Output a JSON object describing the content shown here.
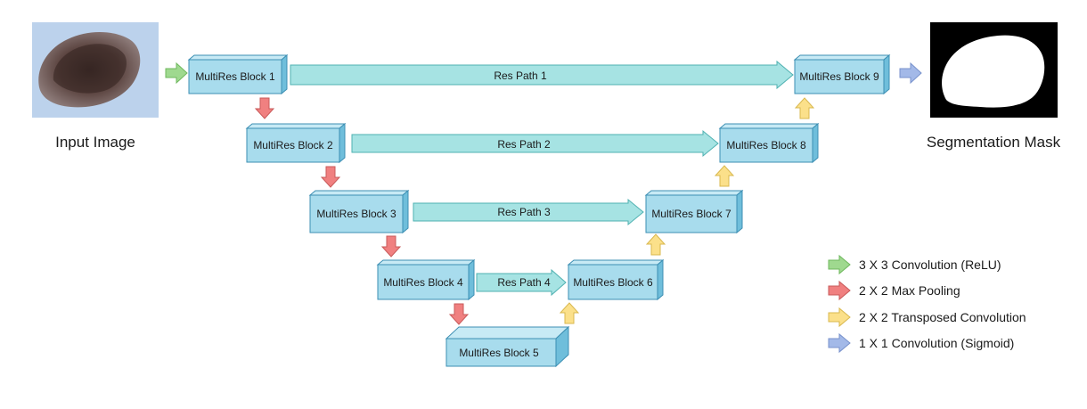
{
  "captions": {
    "input_image": "Input Image",
    "segmentation_mask": "Segmentation Mask"
  },
  "blocks": [
    "MultiRes Block 1",
    "MultiRes Block 2",
    "MultiRes Block 3",
    "MultiRes Block 4",
    "MultiRes Block 5",
    "MultiRes Block 6",
    "MultiRes Block 7",
    "MultiRes Block 8",
    "MultiRes Block 9"
  ],
  "res_paths": [
    "Res Path 1",
    "Res Path 2",
    "Res Path 3",
    "Res Path 4"
  ],
  "legend": [
    {
      "label": "3 X 3 Convolution (ReLU)",
      "color": "#9fd98f",
      "icon": "green-arrow-icon"
    },
    {
      "label": "2 X 2 Max Pooling",
      "color": "#f08080",
      "icon": "red-arrow-icon"
    },
    {
      "label": "2 X 2 Transposed Convolution",
      "color": "#fbe08a",
      "icon": "yellow-arrow-icon"
    },
    {
      "label": "1 X 1 Convolution (Sigmoid)",
      "color": "#a3b9e8",
      "icon": "blue-arrow-icon"
    }
  ],
  "colors": {
    "block_front": "#a8dced",
    "block_top": "#c7eaf5",
    "block_side": "#6fbedb",
    "block_border": "#3d8fb3",
    "res_path": "#a6e3e3",
    "res_path_border": "#4fb1b1"
  }
}
